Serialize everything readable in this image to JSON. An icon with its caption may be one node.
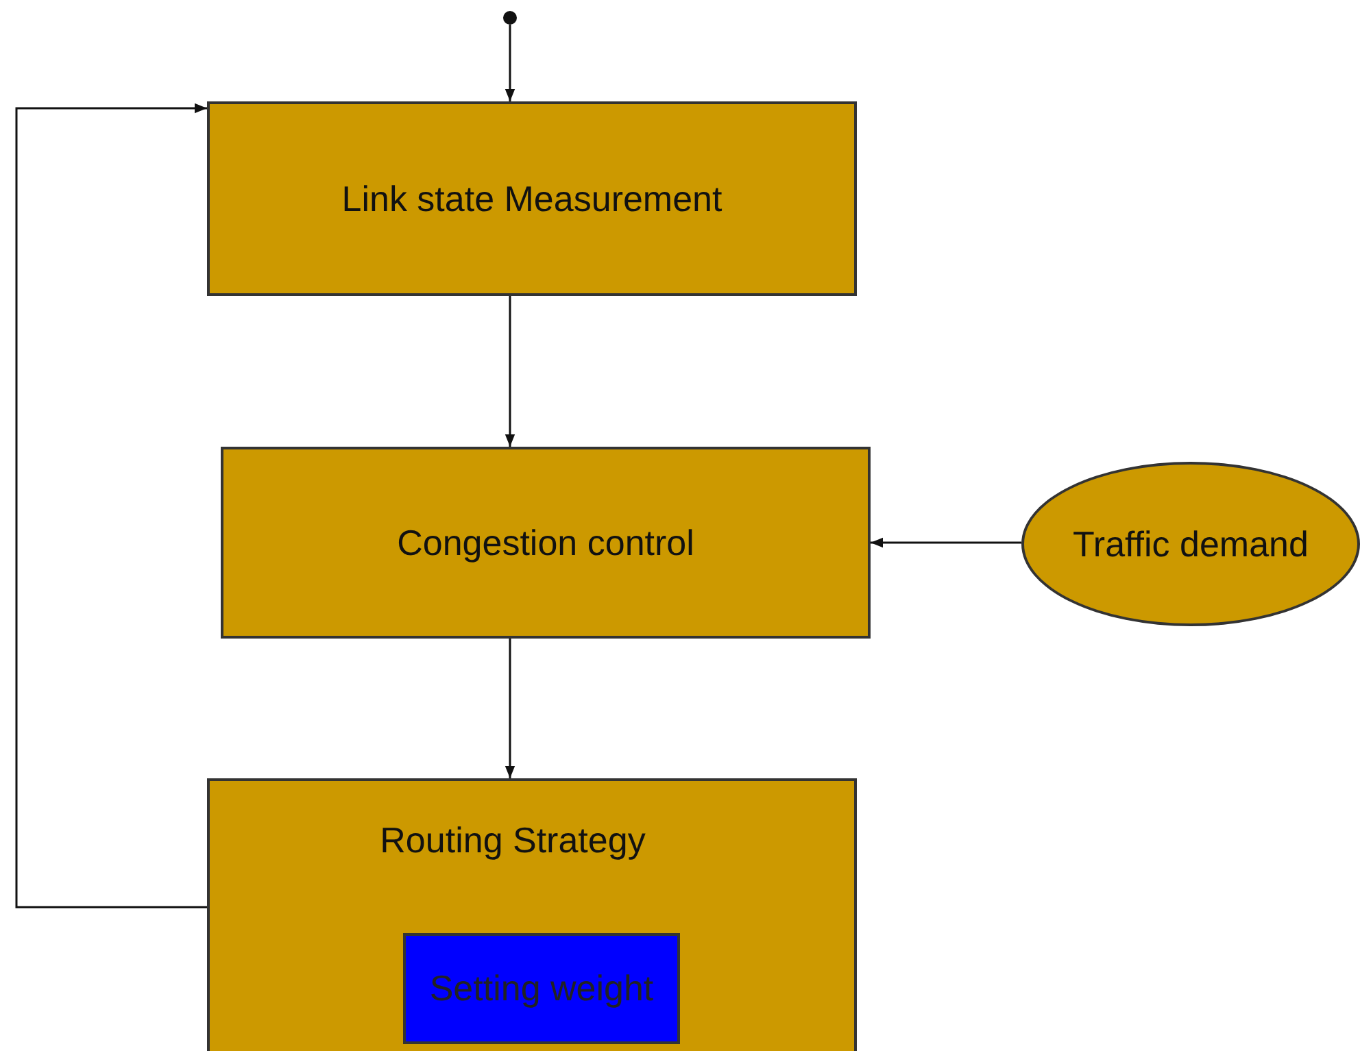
{
  "diagram": {
    "nodes": [
      {
        "text": [],
        "shape": "circle"
      },
      {
        "text": [
          "Link state Measurement"
        ]
      },
      {
        "text": [
          "Congestion control"
        ]
      },
      {
        "text": [
          "Traffic demand"
        ]
      },
      {
        "text": [
          "Routing Strategy"
        ]
      },
      {
        "text": [
          "Setting weight"
        ],
        "in": 4
      }
    ],
    "edges": [
      {
        "from": 0,
        "to": 1,
        "arrow": "to"
      },
      {
        "from": 1,
        "to": 2,
        "arrow": "to"
      },
      {
        "from": 3,
        "to": 2,
        "arrow": "to"
      },
      {
        "from": 2,
        "to": 4,
        "arrow": "to"
      },
      {
        "from": 4,
        "to": 1,
        "arrow": "to"
      }
    ]
  }
}
